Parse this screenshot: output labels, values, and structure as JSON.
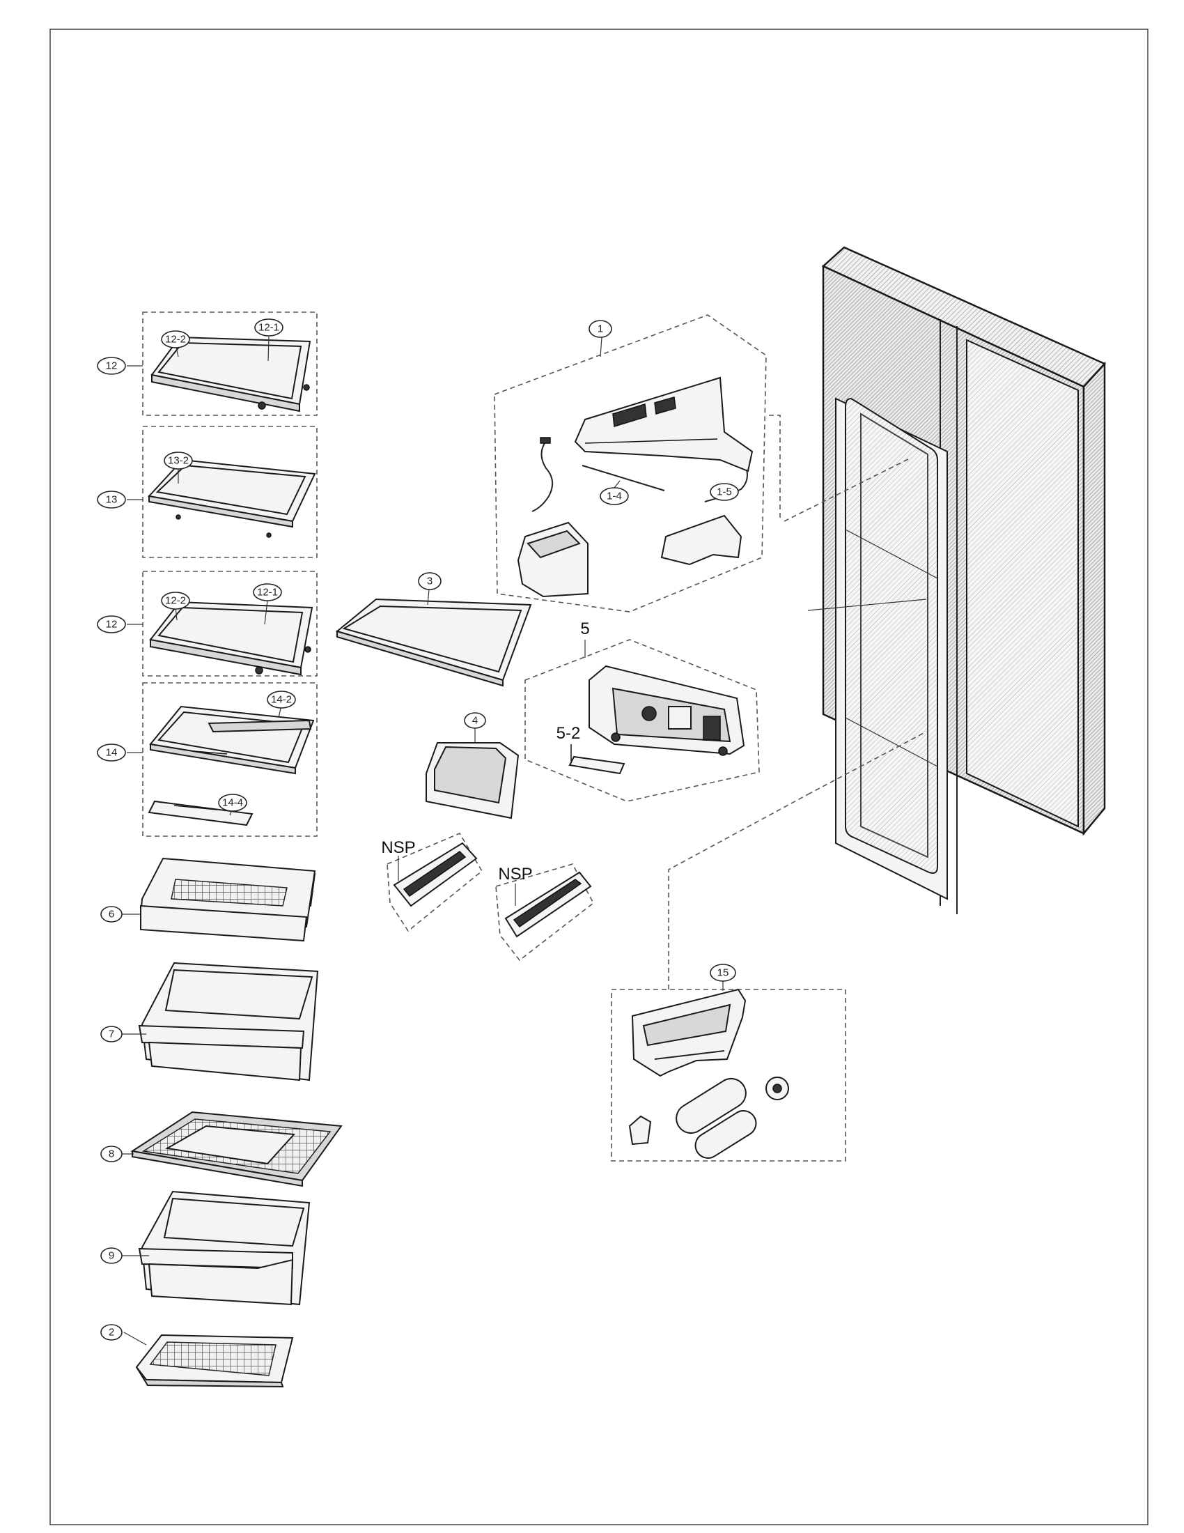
{
  "callouts": {
    "c1": "1",
    "c1_4": "1-4",
    "c1_5": "1-5",
    "c2": "2",
    "c3": "3",
    "c4": "4",
    "c5": "5",
    "c5_2": "5-2",
    "c6": "6",
    "c7": "7",
    "c8": "8",
    "c9": "9",
    "c12a": "12",
    "c12_1a": "12-1",
    "c12_2a": "12-2",
    "c13": "13",
    "c13_2": "13-2",
    "c12b": "12",
    "c12_1b": "12-1",
    "c12_2b": "12-2",
    "c14": "14",
    "c14_2": "14-2",
    "c14_4": "14-4",
    "c15": "15",
    "nsp1": "NSP",
    "nsp2": "NSP"
  }
}
